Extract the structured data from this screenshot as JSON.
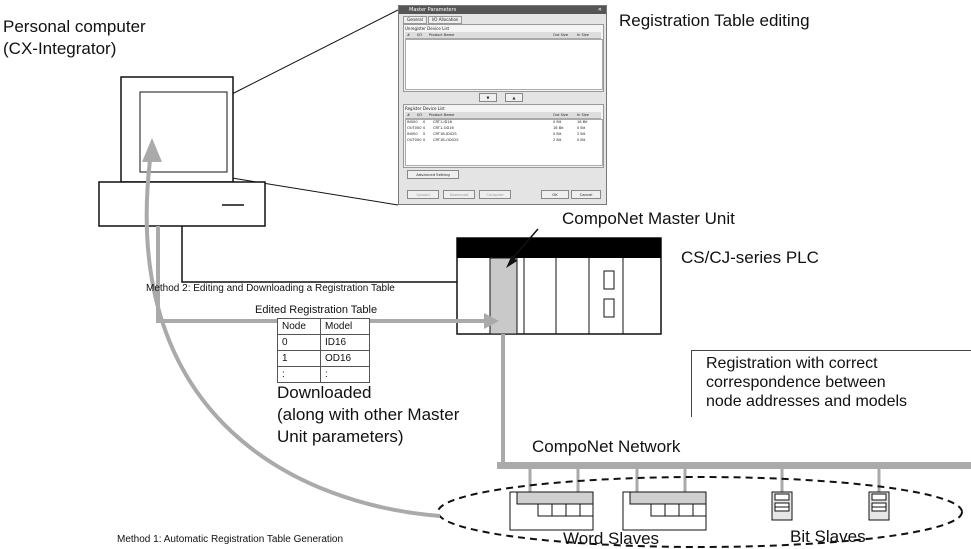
{
  "labels": {
    "pc_title": "Personal computer",
    "pc_subtitle": "(CX-Integrator)",
    "reg_table_editing": "Registration Table editing",
    "master_unit": "CompoNet Master Unit",
    "plc": "CS/CJ-series PLC",
    "method2": "Method 2: Editing and Downloading a Registration Table",
    "edited_table": "Edited Registration Table",
    "downloaded_1": "Downloaded",
    "downloaded_2": "(along with other Master",
    "downloaded_3": "Unit parameters)",
    "correspondence_1": "Registration with correct",
    "correspondence_2": "correspondence between",
    "correspondence_3": "node addresses and models",
    "network": "CompoNet Network",
    "method1": "Method 1: Automatic Registration Table Generation",
    "word_slaves": "Word Slaves",
    "bit_slaves": "Bit Slaves"
  },
  "registration_table": {
    "headers": [
      "Node",
      "Model"
    ],
    "rows": [
      [
        "0",
        "ID16"
      ],
      [
        "1",
        "OD16"
      ],
      [
        ":",
        ":"
      ]
    ]
  },
  "dialog": {
    "title": "Master Parameters",
    "tabs": [
      "General",
      "I/O Allocation"
    ],
    "unregister_header": "Unregister Device List",
    "register_header": "Register Device List",
    "columns": [
      "#",
      "I/O",
      "Product Name",
      "Out Size",
      "In Size"
    ],
    "devices": [
      [
        "IN000",
        "0",
        "CRT1-ID16",
        "0 Bit",
        "16 Bit"
      ],
      [
        "OUT000",
        "0",
        "CRT1-OD16",
        "16 Bit",
        "0 Bit"
      ],
      [
        "IN000",
        "0",
        "CRT1B-ID02S",
        "0 Bit",
        "2 Bit"
      ],
      [
        "OUT000",
        "0",
        "CRT1B-OD02S",
        "2 Bit",
        "0 Bit"
      ]
    ],
    "advanced_button": "Advanced Setting",
    "buttons_bottom": [
      "Upload",
      "Download",
      "Compare"
    ],
    "ok_button": "OK",
    "cancel_button": "Cancel"
  }
}
